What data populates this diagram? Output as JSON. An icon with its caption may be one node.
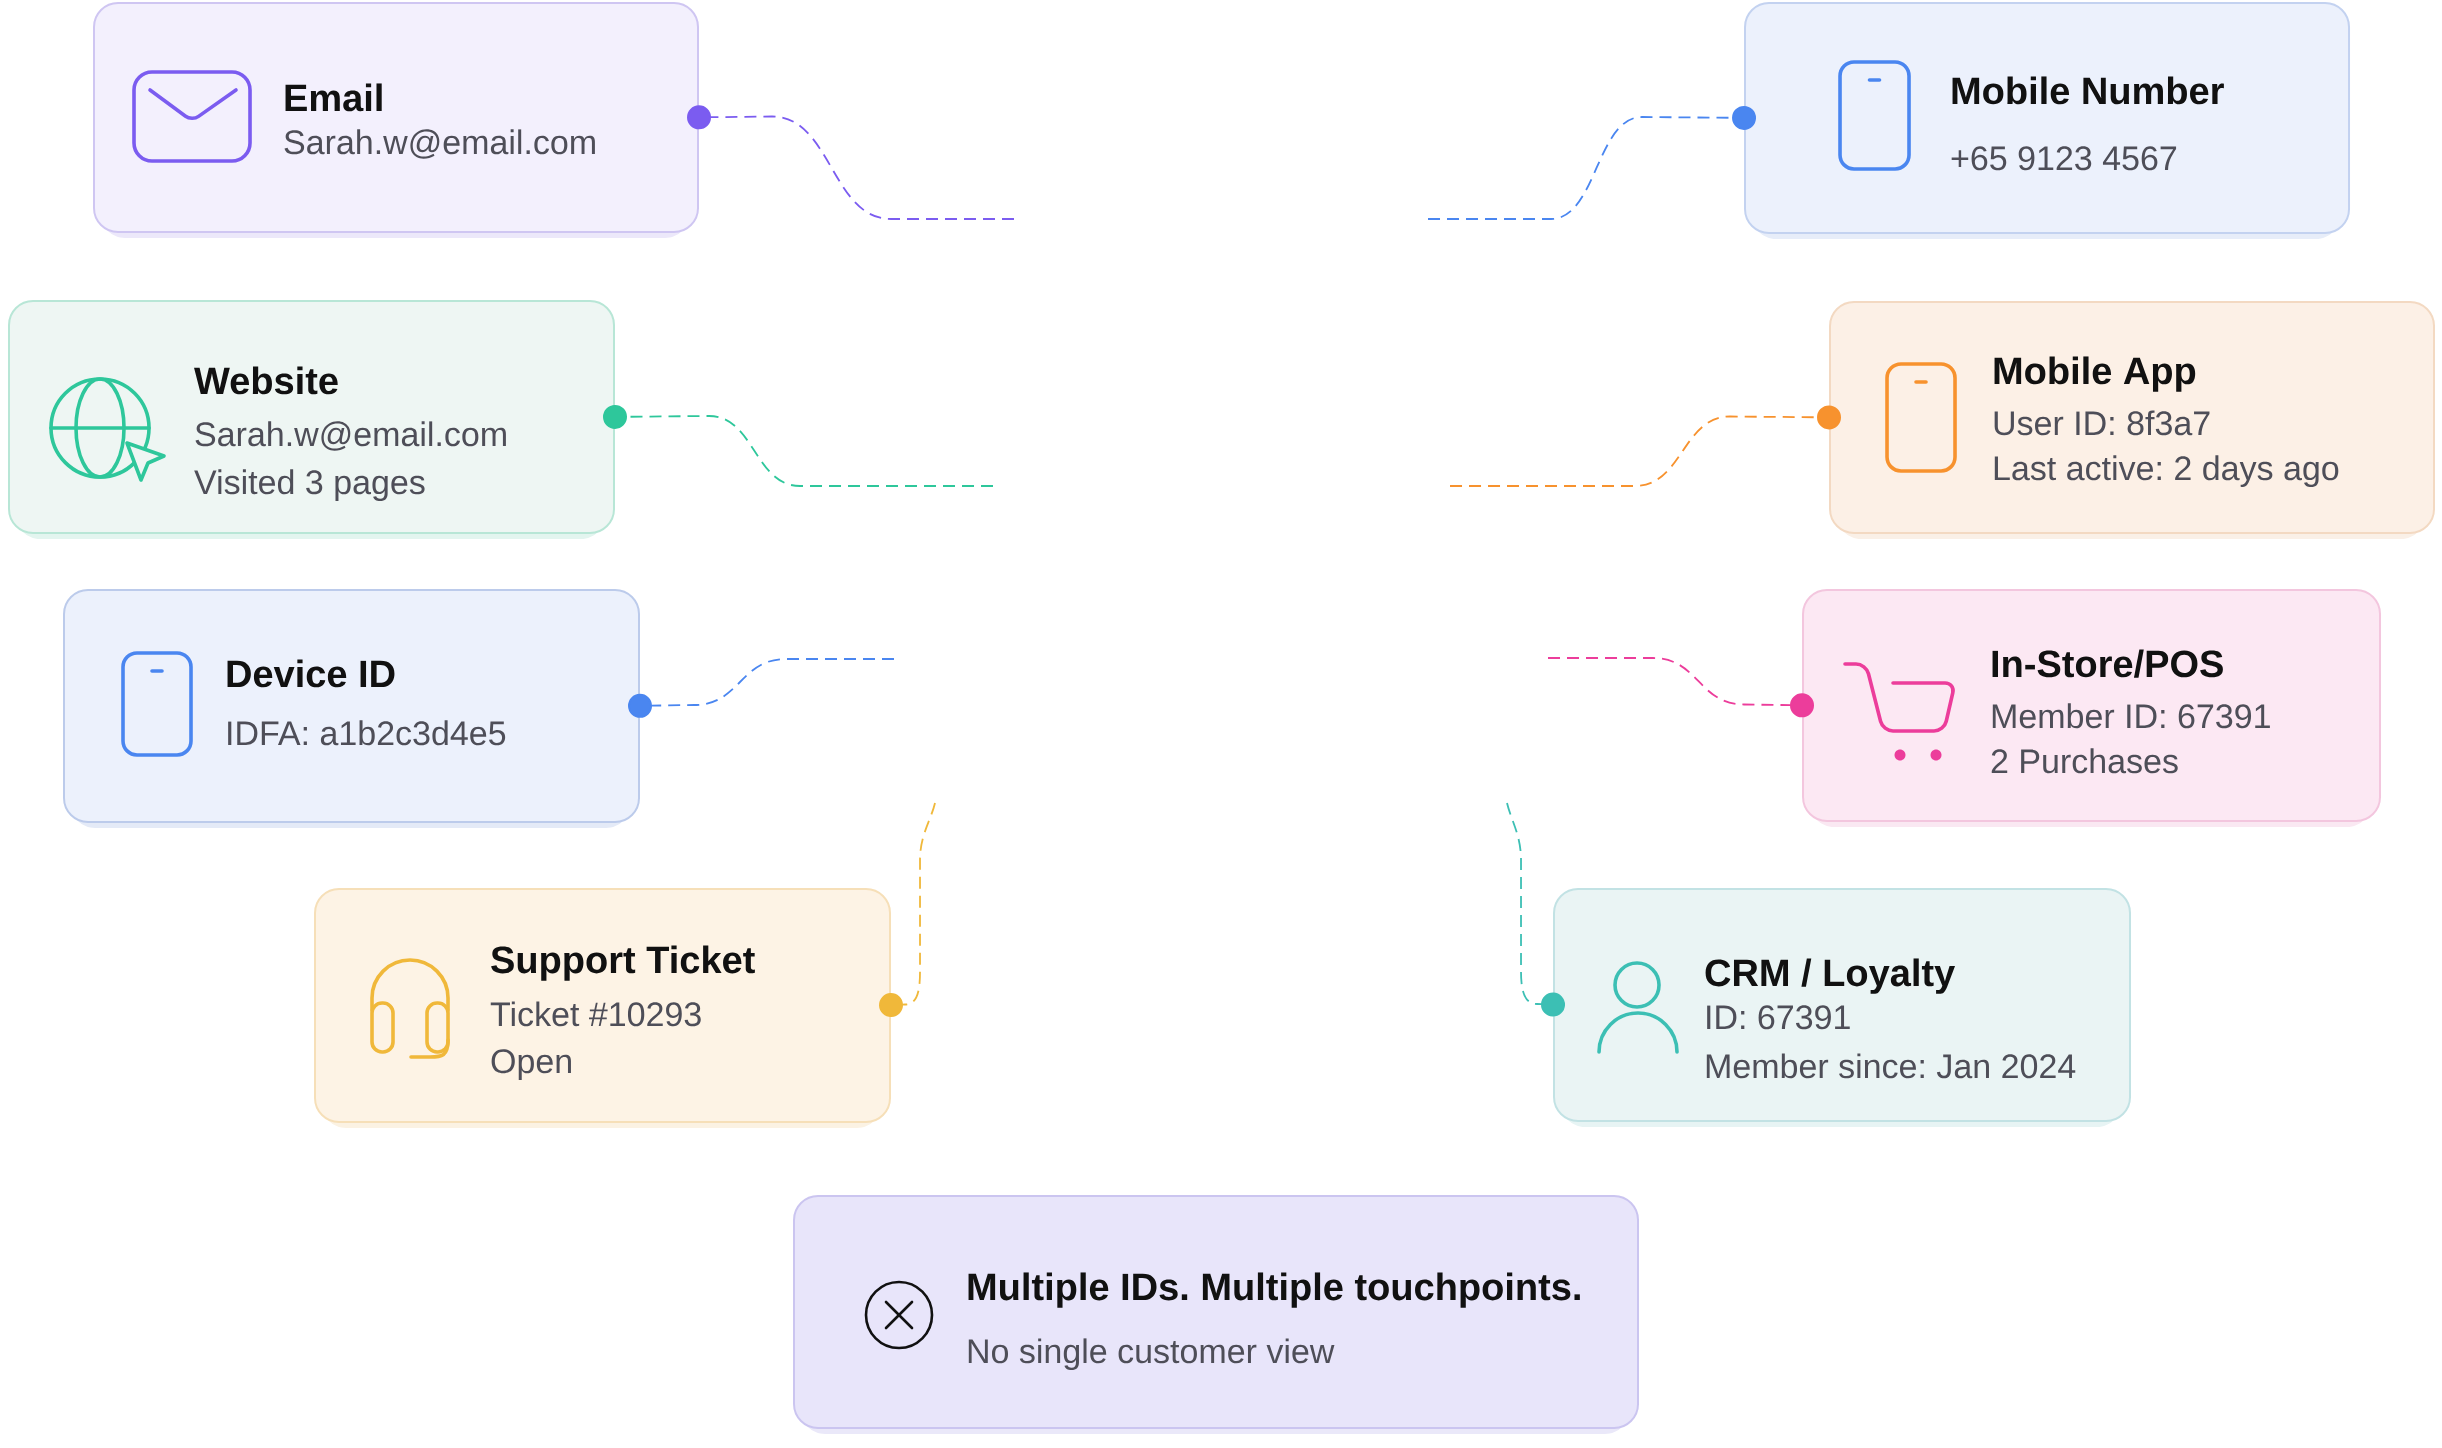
{
  "diagram": {
    "nodes": [
      {
        "text": [
          "Email",
          "Sarah.w@email.com"
        ]
      },
      {
        "text": [
          "Mobile Number",
          "+65 9123 4567"
        ]
      },
      {
        "text": [
          "Website",
          "Sarah.w@email.com",
          "Visited 3 pages"
        ]
      },
      {
        "text": [
          "Mobile App",
          "User ID: 8f3a7",
          "Last active: 2 days ago"
        ]
      },
      {
        "text": [
          "Device ID",
          "IDFA: a1b2c3d4e5"
        ]
      },
      {
        "text": [
          "In-Store/POS",
          "Member ID: 67391",
          "2 Purchases"
        ]
      },
      {
        "text": [
          "Support Ticket",
          "Ticket #10293",
          "Open"
        ]
      },
      {
        "text": [
          "CRM / Loyalty",
          "ID: 67391",
          "Member since: Jan 2024"
        ]
      },
      {
        "text": [
          "Multiple IDs. Multiple touchpoints.",
          "No single customer view"
        ]
      }
    ],
    "edges": [
      {
        "from": 0,
        "to": null,
        "arrow": "other",
        "style": "dashed",
        "color": "#7b5cf0"
      },
      {
        "from": 1,
        "to": null,
        "arrow": "other",
        "style": "dashed",
        "color": "#4a86f0"
      },
      {
        "from": 2,
        "to": null,
        "arrow": "other",
        "style": "dashed",
        "color": "#2ec79b"
      },
      {
        "from": 3,
        "to": null,
        "arrow": "other",
        "style": "dashed",
        "color": "#f7922e"
      },
      {
        "from": 4,
        "to": null,
        "arrow": "other",
        "style": "dashed",
        "color": "#4a86f0"
      },
      {
        "from": 5,
        "to": null,
        "arrow": "other",
        "style": "dashed",
        "color": "#ec3d9b"
      },
      {
        "from": 6,
        "to": null,
        "arrow": "other",
        "style": "dashed",
        "color": "#f0b83a"
      },
      {
        "from": 7,
        "to": null,
        "arrow": "other",
        "style": "dashed",
        "color": "#3cbfb4"
      }
    ]
  }
}
